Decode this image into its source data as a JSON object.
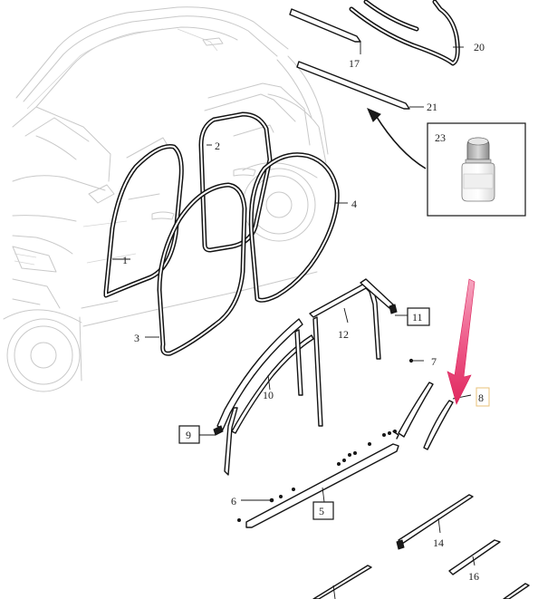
{
  "labels": {
    "p1": "1",
    "p2": "2",
    "p3": "3",
    "p4": "4",
    "p5": "5",
    "p6": "6",
    "p7": "7",
    "p8": "8",
    "p9": "9",
    "p10": "10",
    "p11": "11",
    "p12": "12",
    "p14": "14",
    "p16": "16",
    "p17": "17",
    "p20": "20",
    "p21": "21",
    "p23": "23"
  },
  "colors": {
    "line": "#141414",
    "car_outline": "#c9c9c9",
    "highlight_arrow": "#e8336b",
    "highlight_box": "#e8c27a"
  },
  "icons": {
    "highlight": "pink-arrow-icon",
    "adhesive": "adhesive-bottle-icon"
  }
}
